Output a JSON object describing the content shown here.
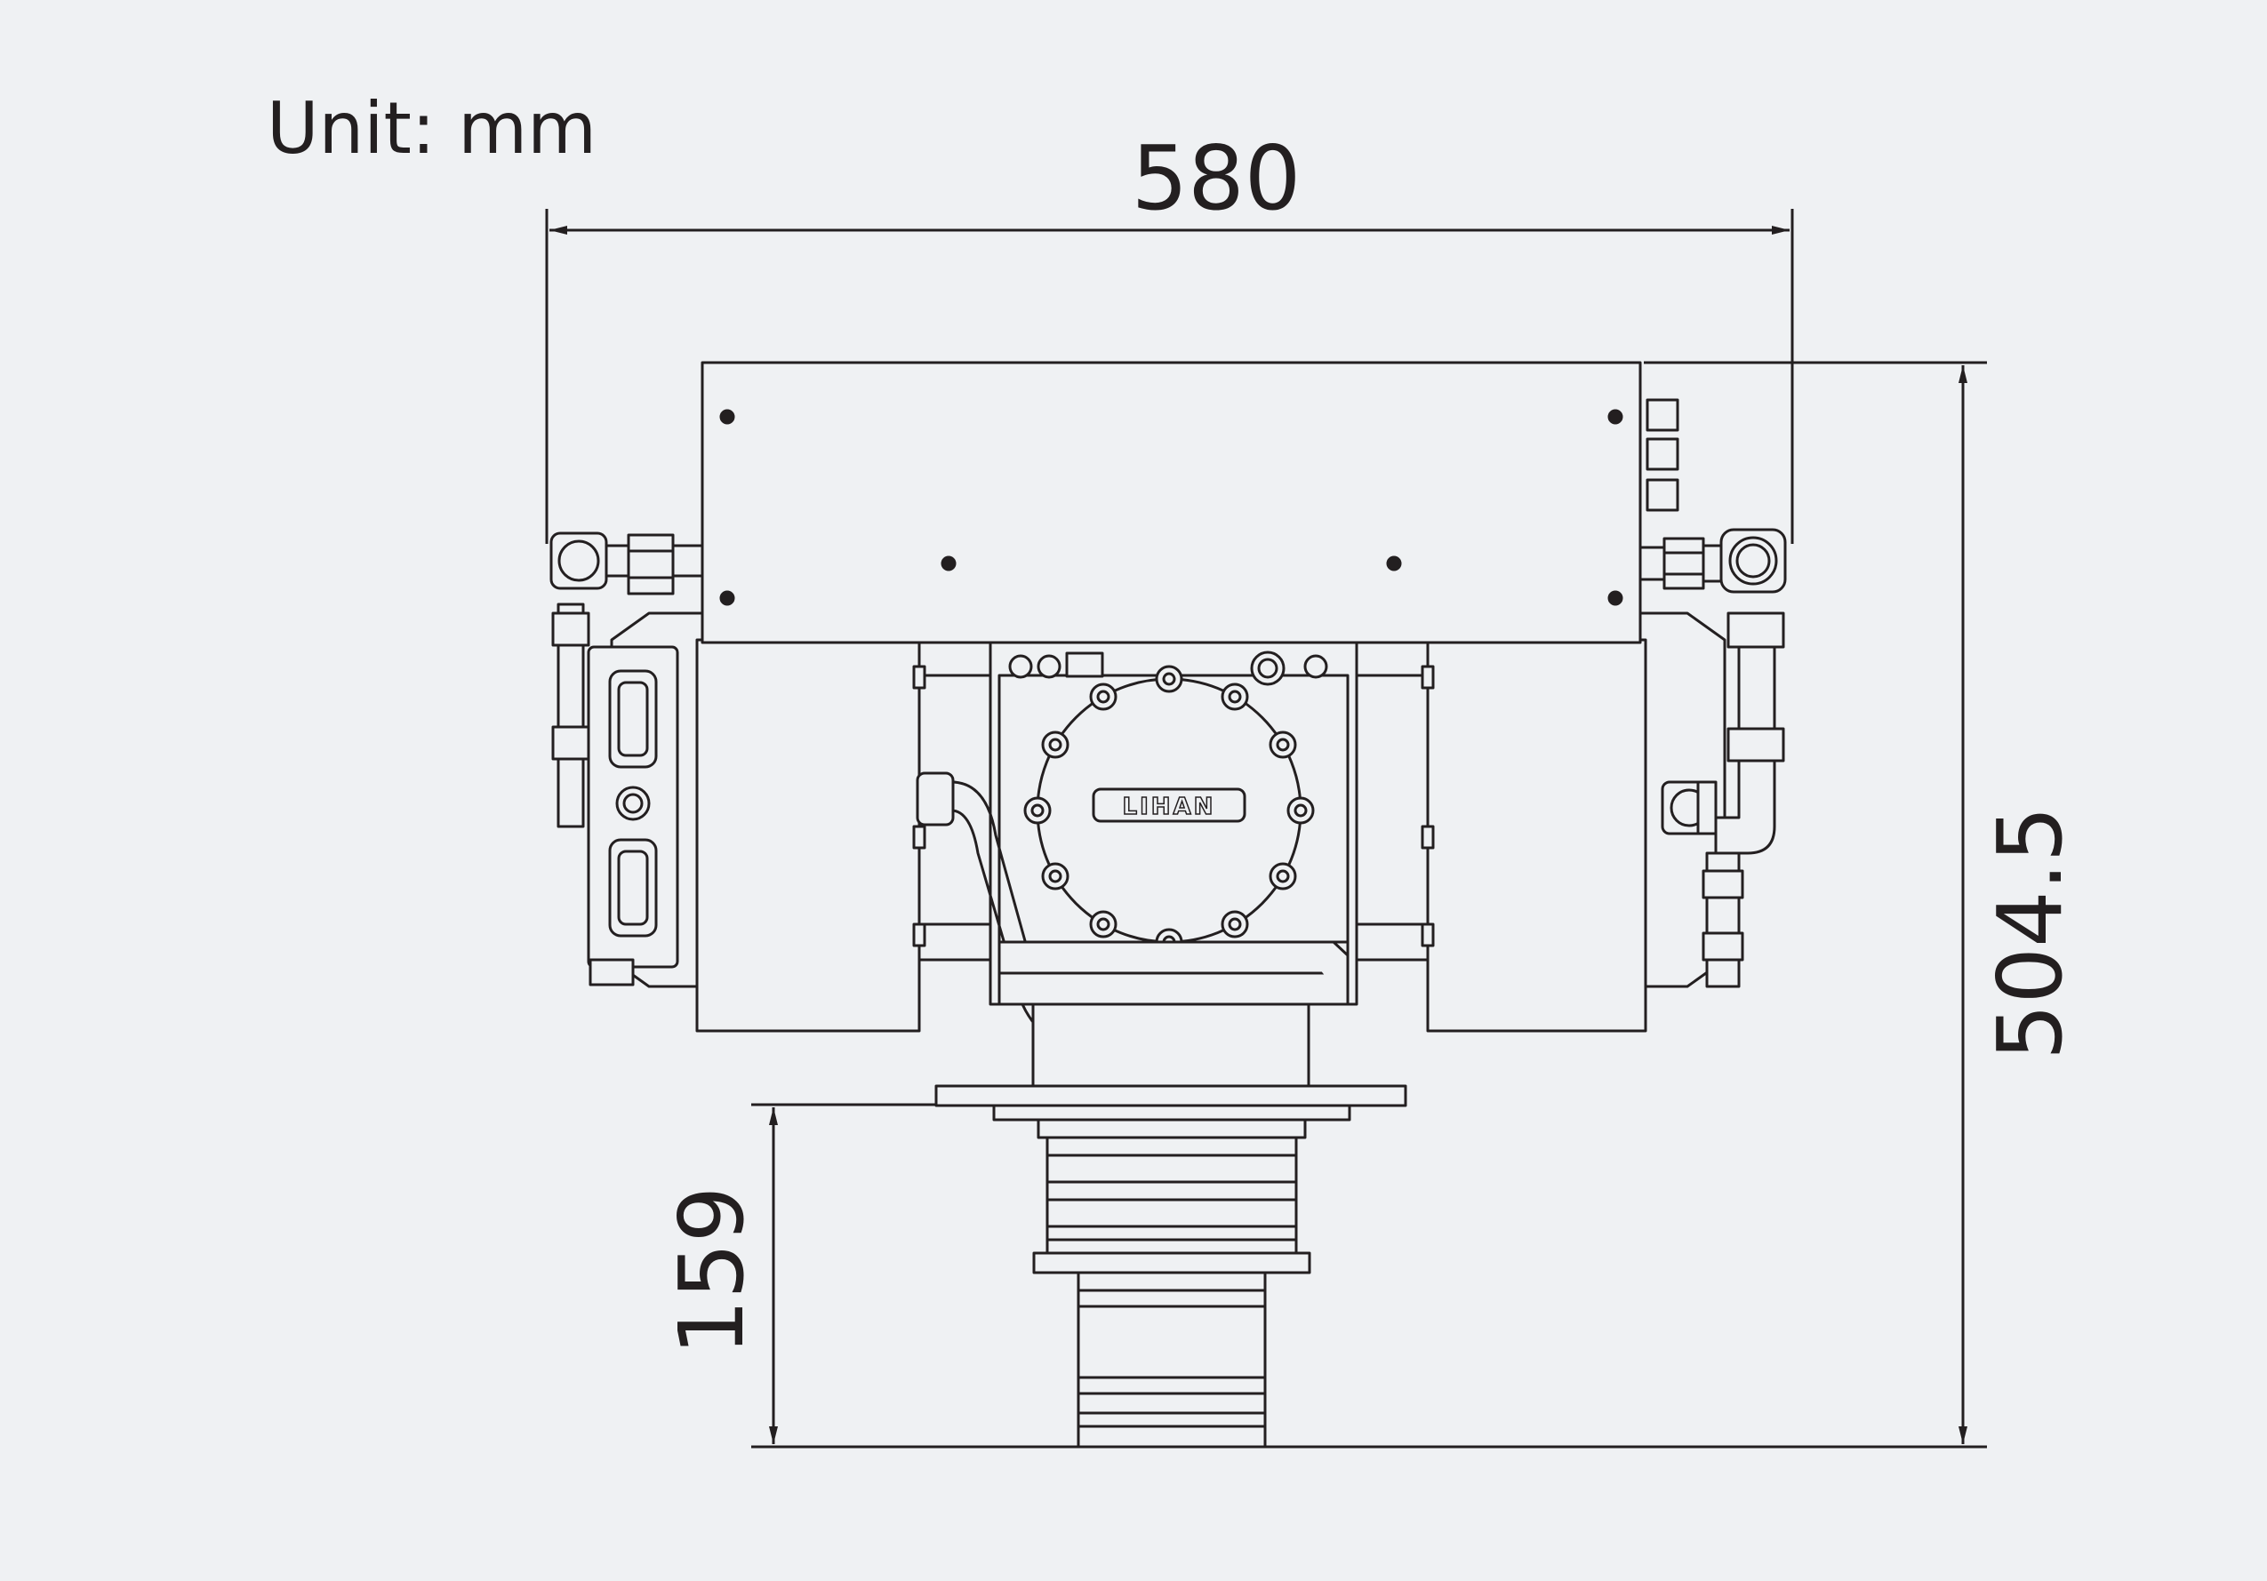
{
  "unit_label": "Unit: mm",
  "logo_text": "LIHAN",
  "dimensions": {
    "width": "580",
    "height": "504.5",
    "base_height": "159"
  },
  "colors": {
    "background": "#eff1f3",
    "line": "#231f20"
  }
}
